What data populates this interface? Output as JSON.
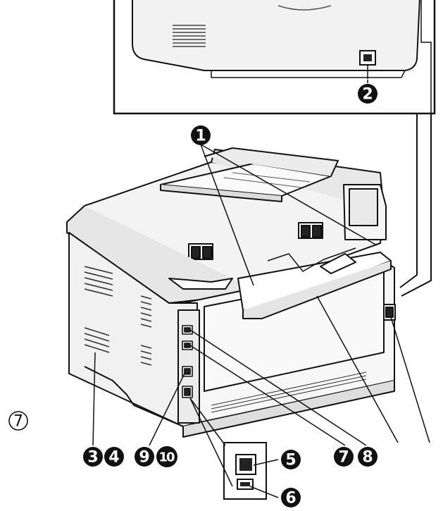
{
  "side_marker": "7",
  "callouts": {
    "c1": "1",
    "c2": "2",
    "c3": "3",
    "c4": "4",
    "c5": "5",
    "c6": "6",
    "c7": "7",
    "c8": "8",
    "c9": "9",
    "c10": "10"
  },
  "colors": {
    "ink": "#111111",
    "body_fill": "#f4f4f4",
    "shade": "#d9d9d9"
  }
}
